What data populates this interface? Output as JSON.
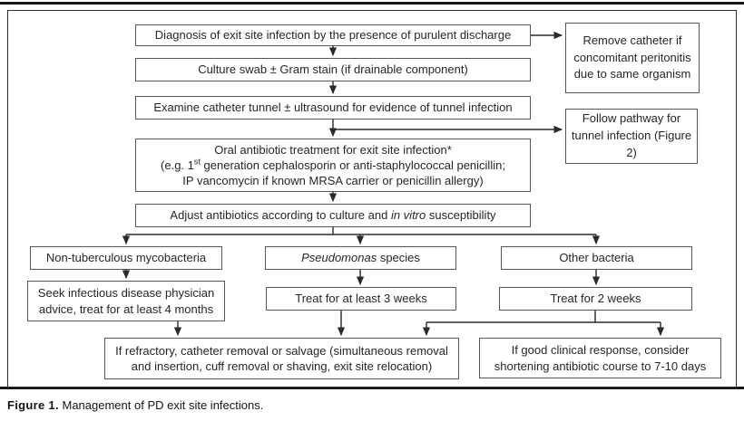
{
  "figure": {
    "caption_label": "Figure 1.",
    "caption_text": " Management of PD exit site infections."
  },
  "flowchart": {
    "diagnosis": "Diagnosis of exit site infection by the presence of purulent discharge",
    "remove_catheter": "Remove catheter if concomitant peritonitis due to same organism",
    "culture_swab": "Culture swab ± Gram stain (if drainable component)",
    "examine_tunnel": "Examine catheter tunnel ± ultrasound for evidence of tunnel infection",
    "follow_pathway": "Follow pathway for tunnel infection (Figure 2)",
    "oral_antibiotic": {
      "line1": "Oral antibiotic treatment for exit site infection*",
      "line2_pre": "(e.g. 1",
      "line2_sup": "st",
      "line2_post": " generation cephalosporin or anti-staphylococcal penicillin;",
      "line3": "IP vancomycin if known MRSA carrier or penicillin allergy)"
    },
    "adjust": {
      "pre": "Adjust antibiotics according to culture and ",
      "italic": "in vitro",
      "post": " susceptibility"
    },
    "ntm": "Non-tuberculous mycobacteria",
    "pseudomonas": {
      "italic": "Pseudomonas",
      "post": " species"
    },
    "other_bacteria": "Other bacteria",
    "seek_advice": "Seek infectious disease physician advice, treat for at least 4 months",
    "treat_3_weeks": "Treat for at least 3 weeks",
    "treat_2_weeks": "Treat for 2 weeks",
    "refractory": "If refractory, catheter removal or salvage (simultaneous removal and insertion, cuff removal or shaving, exit site relocation)",
    "good_response": "If good clinical response, consider shortening antibiotic course to 7-10 days"
  },
  "colors": {
    "box_border": "#565656",
    "frame_border": "#2a2a2a",
    "text": "#262626",
    "arrow": "#2a2a2a",
    "background": "#ffffff"
  }
}
